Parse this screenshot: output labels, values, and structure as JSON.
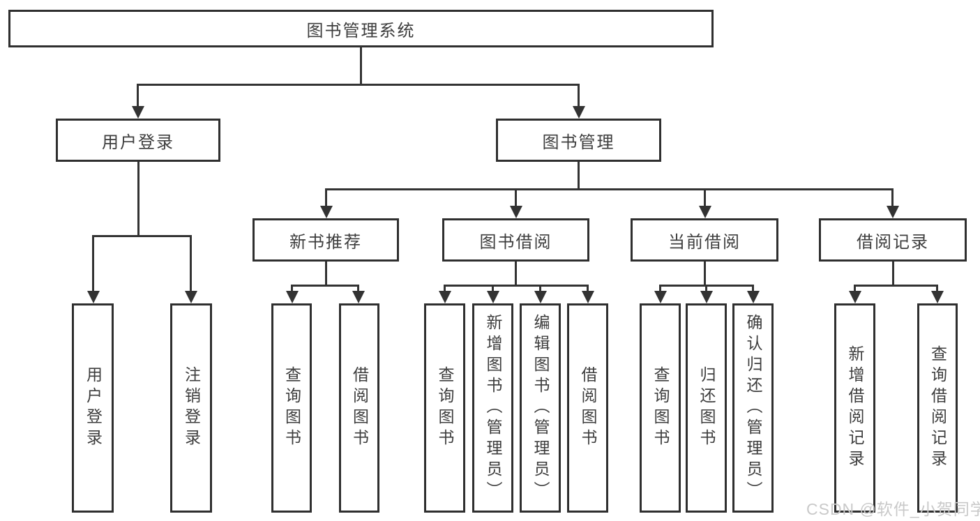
{
  "diagram": {
    "root": {
      "label": "图书管理系统"
    },
    "level2": [
      {
        "label": "用户登录"
      },
      {
        "label": "图书管理"
      }
    ],
    "level3": [
      {
        "label": "新书推荐"
      },
      {
        "label": "图书借阅"
      },
      {
        "label": "当前借阅"
      },
      {
        "label": "借阅记录"
      }
    ],
    "leaves": {
      "user_login": [
        "用户登录",
        "注销登录"
      ],
      "new_book_rec": [
        "查询图书",
        "借阅图书"
      ],
      "book_borrow": [
        "查询图书",
        "新增图书（管理员）",
        "编辑图书（管理员）",
        "借阅图书"
      ],
      "current_borrow": [
        "查询图书",
        "归还图书",
        "确认归还（管理员）"
      ],
      "borrow_records": [
        "新增借阅记录",
        "查询借阅记录"
      ]
    }
  },
  "watermark": {
    "text": "CSDN @软件_小贺同学"
  },
  "colors": {
    "line": "#333333",
    "box_border": "#2f2f2f",
    "text": "#3d3d3d",
    "background": "#ffffff",
    "watermark": "#c9c9c9"
  }
}
